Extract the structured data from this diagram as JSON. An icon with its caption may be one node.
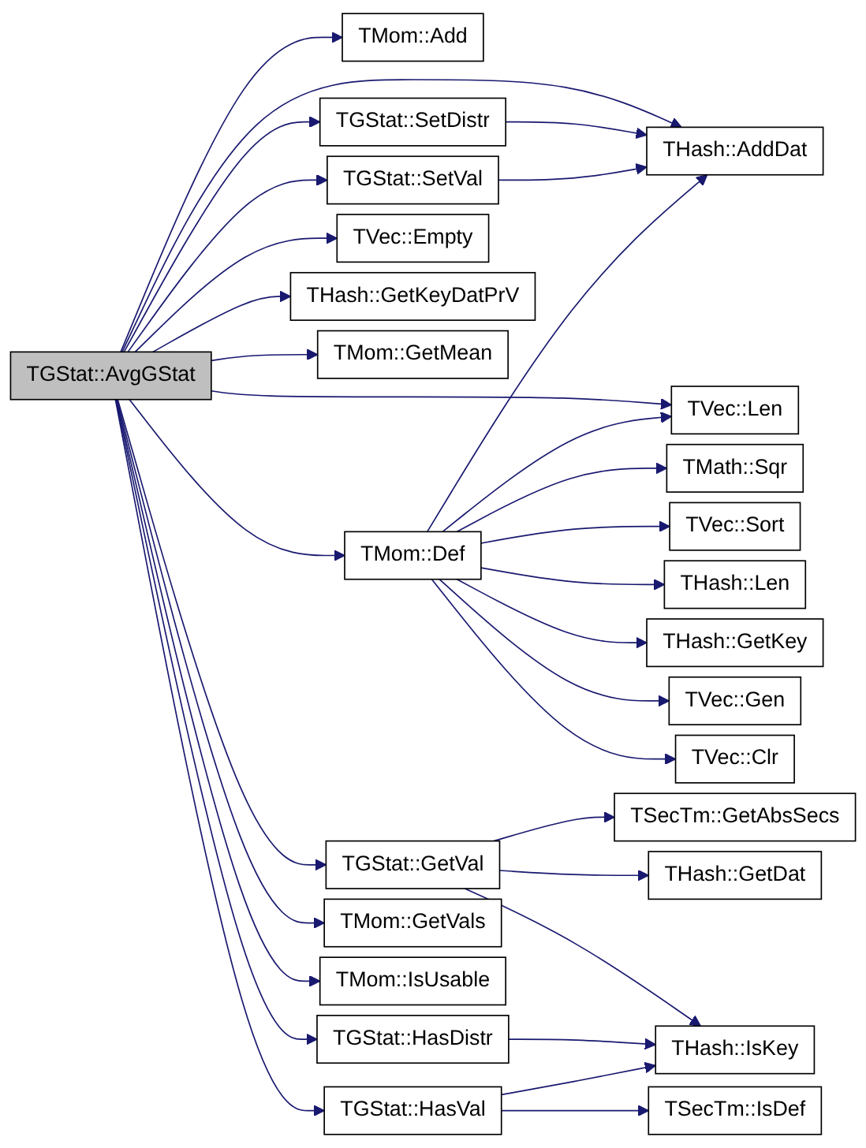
{
  "diagram": {
    "nodes": [
      {
        "text": [
          "TGStat::AvgGStat"
        ]
      },
      {
        "text": [
          "TMom::Add"
        ]
      },
      {
        "text": [
          "THash::AddDat"
        ]
      },
      {
        "text": [
          "TGStat::SetDistr"
        ]
      },
      {
        "text": [
          "TVec::Len"
        ]
      },
      {
        "text": [
          "TGStat::SetVal"
        ]
      },
      {
        "text": [
          "TMath::Sqr"
        ]
      },
      {
        "text": [
          "TMom::Def"
        ]
      },
      {
        "text": [
          "TVec::Sort"
        ]
      },
      {
        "text": [
          "THash::Len"
        ]
      },
      {
        "text": [
          "TVec::Empty"
        ]
      },
      {
        "text": [
          "THash::GetKey"
        ]
      },
      {
        "text": [
          "THash::GetKeyDatPrV"
        ]
      },
      {
        "text": [
          "TVec::Gen"
        ]
      },
      {
        "text": [
          "TMom::GetMean"
        ]
      },
      {
        "text": [
          "TVec::Clr"
        ]
      },
      {
        "text": [
          "TGStat::GetVal"
        ]
      },
      {
        "text": [
          "TSecTm::GetAbsSecs"
        ]
      },
      {
        "text": [
          "TGStat::HasDistr"
        ]
      },
      {
        "text": [
          "THash::GetDat"
        ]
      },
      {
        "text": [
          "TGStat::HasVal"
        ]
      },
      {
        "text": [
          "THash::IsKey"
        ]
      },
      {
        "text": [
          "TMom::GetVals"
        ]
      },
      {
        "text": [
          "TSecTm::IsDef"
        ]
      },
      {
        "text": [
          "TMom::IsUsable"
        ]
      }
    ],
    "edges": [
      {
        "from": 0,
        "to": 1,
        "arrow": "to"
      },
      {
        "from": 0,
        "to": 2,
        "arrow": "to"
      },
      {
        "from": 0,
        "to": 3,
        "arrow": "to"
      },
      {
        "from": 0,
        "to": 5,
        "arrow": "to"
      },
      {
        "from": 0,
        "to": 4,
        "arrow": "to"
      },
      {
        "from": 0,
        "to": 7,
        "arrow": "to"
      },
      {
        "from": 0,
        "to": 10,
        "arrow": "to"
      },
      {
        "from": 0,
        "to": 12,
        "arrow": "to"
      },
      {
        "from": 0,
        "to": 14,
        "arrow": "to"
      },
      {
        "from": 0,
        "to": 16,
        "arrow": "to"
      },
      {
        "from": 0,
        "to": 18,
        "arrow": "to"
      },
      {
        "from": 0,
        "to": 20,
        "arrow": "to"
      },
      {
        "from": 0,
        "to": 22,
        "arrow": "to"
      },
      {
        "from": 0,
        "to": 24,
        "arrow": "to"
      },
      {
        "from": 3,
        "to": 2,
        "arrow": "to"
      },
      {
        "from": 5,
        "to": 2,
        "arrow": "to"
      },
      {
        "from": 7,
        "to": 2,
        "arrow": "to"
      },
      {
        "from": 7,
        "to": 4,
        "arrow": "to"
      },
      {
        "from": 7,
        "to": 6,
        "arrow": "to"
      },
      {
        "from": 7,
        "to": 8,
        "arrow": "to"
      },
      {
        "from": 7,
        "to": 9,
        "arrow": "to"
      },
      {
        "from": 7,
        "to": 11,
        "arrow": "to"
      },
      {
        "from": 7,
        "to": 13,
        "arrow": "to"
      },
      {
        "from": 7,
        "to": 15,
        "arrow": "to"
      },
      {
        "from": 16,
        "to": 17,
        "arrow": "to"
      },
      {
        "from": 16,
        "to": 19,
        "arrow": "to"
      },
      {
        "from": 16,
        "to": 21,
        "arrow": "to"
      },
      {
        "from": 18,
        "to": 21,
        "arrow": "to"
      },
      {
        "from": 20,
        "to": 21,
        "arrow": "to"
      },
      {
        "from": 20,
        "to": 23,
        "arrow": "to"
      }
    ]
  }
}
